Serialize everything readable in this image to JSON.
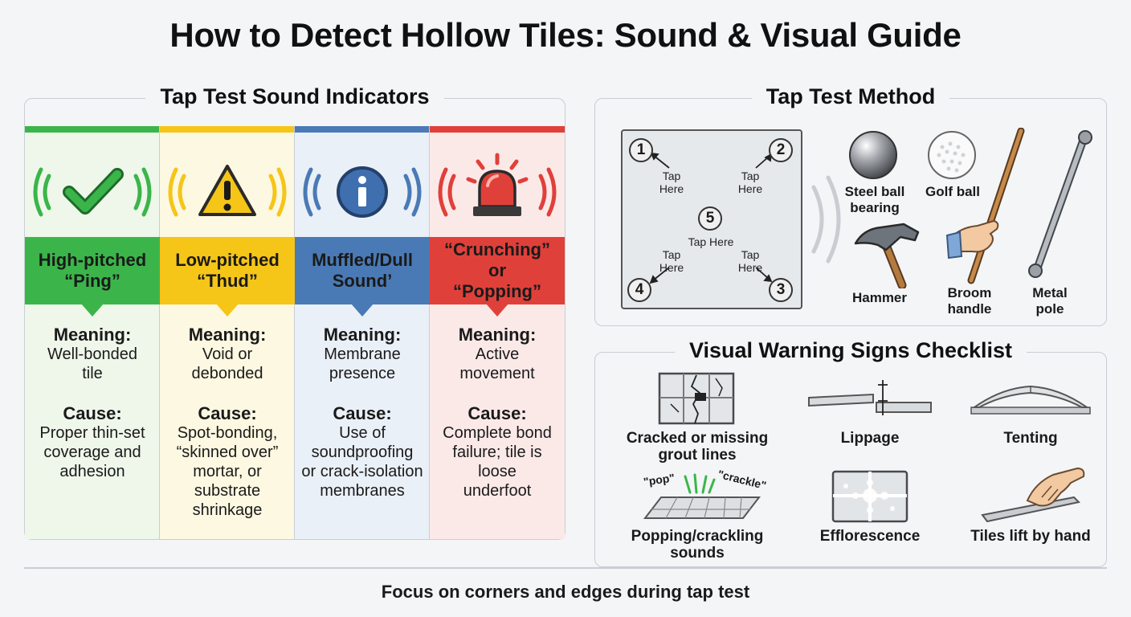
{
  "title": "How to Detect Hollow Tiles: Sound & Visual Guide",
  "sound_panel": {
    "title": "Tap Test Sound Indicators",
    "columns": [
      {
        "sound": "High-pitched\n“Ping”",
        "meaning_label": "Meaning:",
        "meaning": "Well-bonded\ntile",
        "cause_label": "Cause:",
        "cause": "Proper thin-set\ncoverage and\nadhesion",
        "color": "#3bb54a",
        "bg": "#eef7ea",
        "icon": "checkmark-icon"
      },
      {
        "sound": "Low-pitched\n“Thud”",
        "meaning_label": "Meaning:",
        "meaning": "Void or\ndebonded",
        "cause_label": "Cause:",
        "cause": "Spot-bonding,\n“skinned over”\nmortar, or\nsubstrate\nshrinkage",
        "color": "#f5c518",
        "bg": "#fdf8e1",
        "icon": "warning-icon"
      },
      {
        "sound": "Muffled/Dull\nSound’",
        "meaning_label": "Meaning:",
        "meaning": "Membrane\npresence",
        "cause_label": "Cause:",
        "cause": "Use of\nsoundproofing\nor crack-isolation\nmembranes",
        "color": "#4a7ab5",
        "bg": "#eaf0f7",
        "icon": "info-icon"
      },
      {
        "sound": "“Crunching” or\n“Popping”",
        "meaning_label": "Meaning:",
        "meaning": "Active\nmovement",
        "cause_label": "Cause:",
        "cause": "Complete bond\nfailure; tile is\nloose\nunderfoot",
        "color": "#e0403a",
        "bg": "#fbe9e8",
        "icon": "alarm-light-icon"
      }
    ]
  },
  "tap_panel": {
    "title": "Tap Test Method",
    "points": [
      "1",
      "2",
      "3",
      "4",
      "5"
    ],
    "tap_here": "Tap\nHere",
    "tap_here_center": "Tap Here",
    "tools": {
      "steel_ball": "Steel ball\nbearing",
      "golf_ball": "Golf ball",
      "hammer": "Hammer",
      "broom": "Broom\nhandle",
      "metal_pole": "Metal\npole"
    }
  },
  "checklist_panel": {
    "title": "Visual Warning Signs Checklist",
    "items": {
      "cracked": "Cracked or missing\ngrout lines",
      "lippage": "Lippage",
      "tenting": "Tenting",
      "popping": "Popping/crackling\nsounds",
      "efflorescence": "Efflorescence",
      "lift": "Tiles lift by hand"
    },
    "pop_word": "\"pop\"",
    "crackle_word": "\"crackle\""
  },
  "footer": "Focus on corners and edges during tap test"
}
